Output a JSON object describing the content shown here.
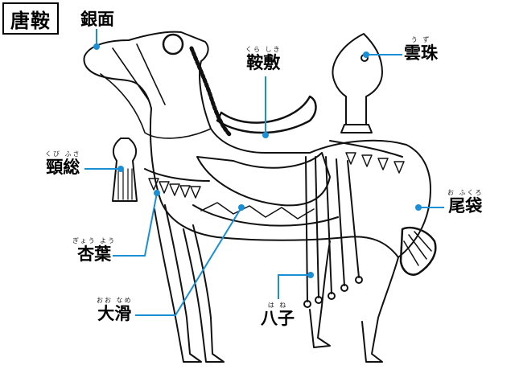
{
  "title": "唐鞍",
  "colors": {
    "line": "#1a8fd6",
    "ink": "#111111"
  },
  "labels": [
    {
      "id": "ginmen",
      "text": "銀面",
      "ruby": ""
    },
    {
      "id": "kurashiki",
      "text": "鞍敷",
      "ruby": "くら しき"
    },
    {
      "id": "uzu",
      "text": "雲珠",
      "ruby": "う ず"
    },
    {
      "id": "kubifusa",
      "text": "頸総",
      "ruby": "くび ふさ"
    },
    {
      "id": "ofukuro",
      "text": "尾袋",
      "ruby": "お ふくろ"
    },
    {
      "id": "gyouyou",
      "text": "杏葉",
      "ruby": "ぎょう よう"
    },
    {
      "id": "oonameri",
      "text": "大滑",
      "ruby": "おお なめ"
    },
    {
      "id": "hane",
      "text": "八子",
      "ruby": "は ね"
    }
  ]
}
